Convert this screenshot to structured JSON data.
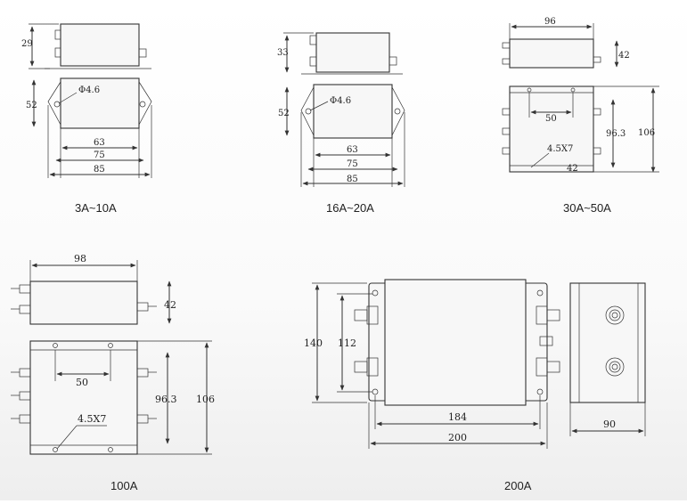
{
  "diagrams": [
    {
      "id": "3a-10a",
      "caption": "3A~10A",
      "dims": {
        "height": "29",
        "depth": "52",
        "hole": "Φ4.6",
        "w1": "63",
        "w2": "75",
        "w3": "85"
      }
    },
    {
      "id": "16a-20a",
      "caption": "16A~20A",
      "dims": {
        "height": "33",
        "depth": "52",
        "hole": "Φ4.6",
        "w1": "63",
        "w2": "75",
        "w3": "85"
      }
    },
    {
      "id": "30a-50a",
      "caption": "30A~50A",
      "dims": {
        "width": "96",
        "height": "42",
        "spacing": "50",
        "depth_inner": "96.3",
        "depth_outer": "106",
        "slot": "4.5X7",
        "small": "42"
      }
    },
    {
      "id": "100a",
      "caption": "100A",
      "dims": {
        "width": "98",
        "height": "42",
        "spacing": "50",
        "depth_inner": "96.3",
        "depth_outer": "106",
        "slot": "4.5X7"
      }
    },
    {
      "id": "200a",
      "caption": "200A",
      "dims": {
        "height_outer": "140",
        "height_inner": "112",
        "w_inner": "184",
        "w_outer": "200",
        "side_width": "90"
      }
    }
  ]
}
